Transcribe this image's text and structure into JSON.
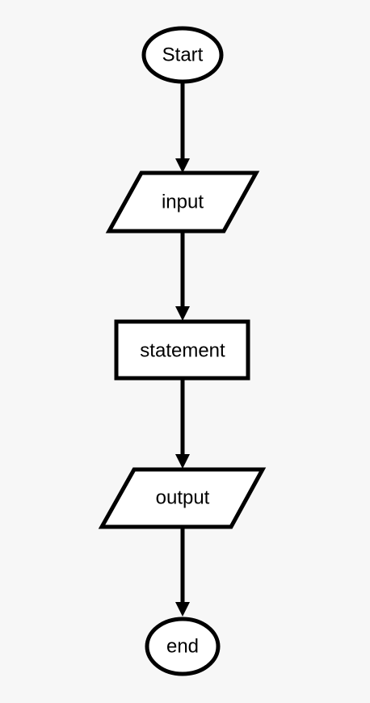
{
  "flowchart": {
    "nodes": [
      {
        "id": "start",
        "shape": "terminator",
        "label": "Start"
      },
      {
        "id": "input",
        "shape": "parallelogram",
        "label": "input"
      },
      {
        "id": "statement",
        "shape": "process",
        "label": "statement"
      },
      {
        "id": "output",
        "shape": "parallelogram",
        "label": "output"
      },
      {
        "id": "end",
        "shape": "terminator",
        "label": "end"
      }
    ],
    "edges": [
      {
        "from": "start",
        "to": "input"
      },
      {
        "from": "input",
        "to": "statement"
      },
      {
        "from": "statement",
        "to": "output"
      },
      {
        "from": "output",
        "to": "end"
      }
    ]
  },
  "colors": {
    "background": "#f7f7f7",
    "shape_fill": "#ffffff",
    "stroke": "#000000",
    "text": "#000000"
  }
}
